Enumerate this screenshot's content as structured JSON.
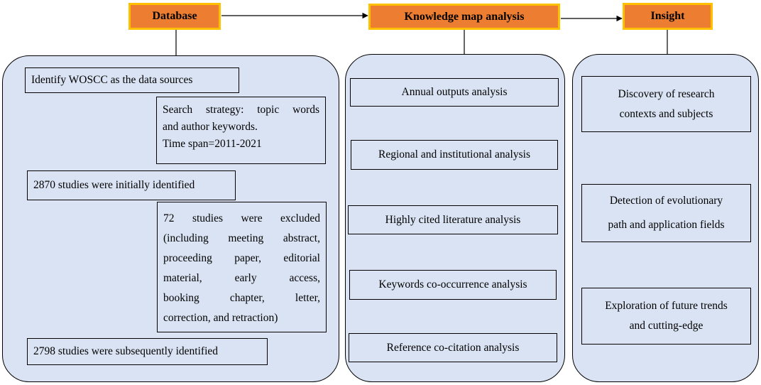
{
  "headers": {
    "database": "Database",
    "knowledge": "Knowledge map analysis",
    "insight": "Insight"
  },
  "database": {
    "identify": "Identify WOSCC as the data sources",
    "search": {
      "line1": "Search strategy: topic words",
      "line2": "and author keywords.",
      "line3": "Time span=2011-2021"
    },
    "initial": "2870 studies were initially identified",
    "excluded": {
      "line1": "72 studies were excluded",
      "line2": "(including meeting abstract,",
      "line3": "proceeding paper, editorial",
      "line4": "material, early access,",
      "line5": "booking chapter, letter,",
      "line6": "correction, and retraction)"
    },
    "subsequent": "2798 studies were subsequently identified"
  },
  "knowledge": {
    "annual": "Annual outputs analysis",
    "regional": "Regional and institutional analysis",
    "cited": "Highly cited literature analysis",
    "keywords": "Keywords co-occurrence analysis",
    "reference": "Reference co-citation analysis"
  },
  "insight": {
    "discovery": {
      "line1": "Discovery of research",
      "line2": "contexts and subjects"
    },
    "detection": {
      "line1": "Detection of evolutionary",
      "line2": "path and application fields"
    },
    "exploration": {
      "line1": "Exploration of future trends",
      "line2": "and cutting-edge"
    }
  },
  "colors": {
    "header_fill": "#ed7d31",
    "header_border": "#ffc000",
    "panel_fill": "#dae3f3"
  }
}
